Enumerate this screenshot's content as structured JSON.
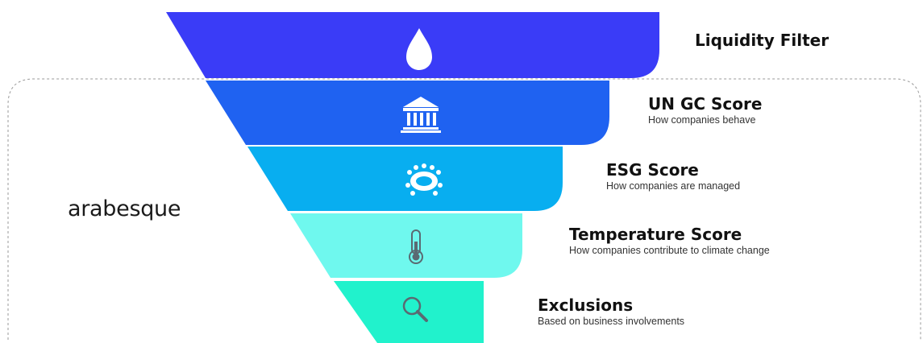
{
  "brand": {
    "name": "arabesque"
  },
  "stages": [
    {
      "title": "Liquidity Filter",
      "subtitle": "",
      "color": "#3a3cf7",
      "icon": "water-drop-icon"
    },
    {
      "title": "UN GC Score",
      "subtitle": "How companies behave",
      "color": "#1f62f1",
      "icon": "government-building-icon"
    },
    {
      "title": "ESG Score",
      "subtitle": "How companies are managed",
      "color": "#08aef0",
      "icon": "boardroom-table-icon"
    },
    {
      "title": "Temperature Score",
      "subtitle": "How companies contribute to climate change",
      "color": "#6ff8ee",
      "icon": "thermometer-icon"
    },
    {
      "title": "Exclusions",
      "subtitle": "Based on business involvements",
      "color": "#21f2cc",
      "icon": "magnifier-icon"
    }
  ],
  "colors": {
    "border": "#9a9a9a",
    "icon_light": "#ffffff",
    "icon_dark": "#5a6a72"
  }
}
